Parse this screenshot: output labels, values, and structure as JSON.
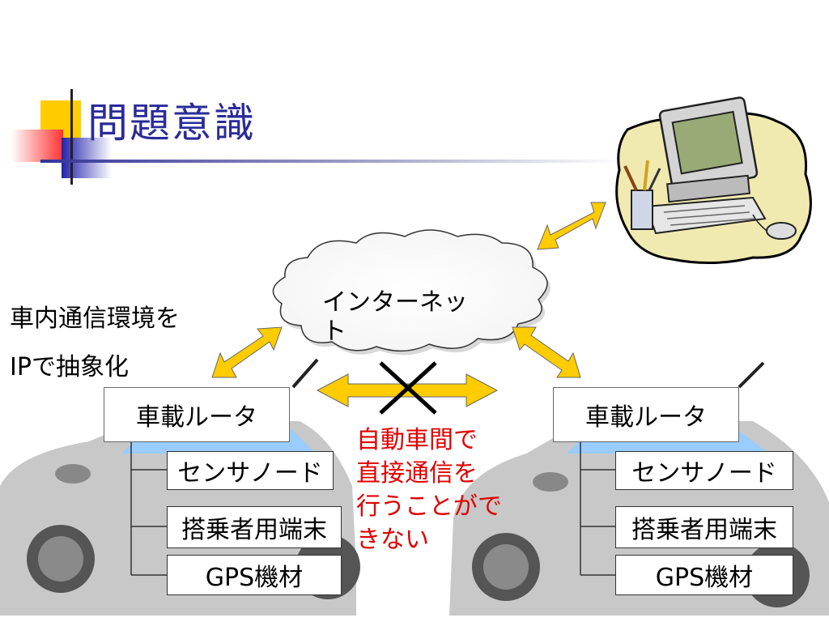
{
  "slide": {
    "title": "問題意識",
    "side_text_line1": "車内通信環境を",
    "side_text_line2": "IPで抽象化"
  },
  "cloud": {
    "label_line1": "インターネッ",
    "label_line2": "ト"
  },
  "left_car": {
    "router_label": "車載ルータ",
    "devices": [
      "センサノード",
      "搭乗者用端末",
      "GPS機材"
    ]
  },
  "right_car": {
    "router_label": "車載ルータ",
    "devices": [
      "センサノード",
      "搭乗者用端末",
      "GPS機材"
    ]
  },
  "v2v_note": {
    "line1": "自動車間で",
    "line2": "直接通信を",
    "line3": "行うことがで",
    "line4": "きない"
  },
  "colors": {
    "title": "#2a2a9a",
    "arrow_fill": "#ffcc00",
    "note": "#e00000",
    "car_body": "#c8c8c8",
    "car_window": "#99ccff"
  },
  "icons": [
    "computer-icon",
    "cloud-icon",
    "car-icon",
    "cross-icon"
  ]
}
